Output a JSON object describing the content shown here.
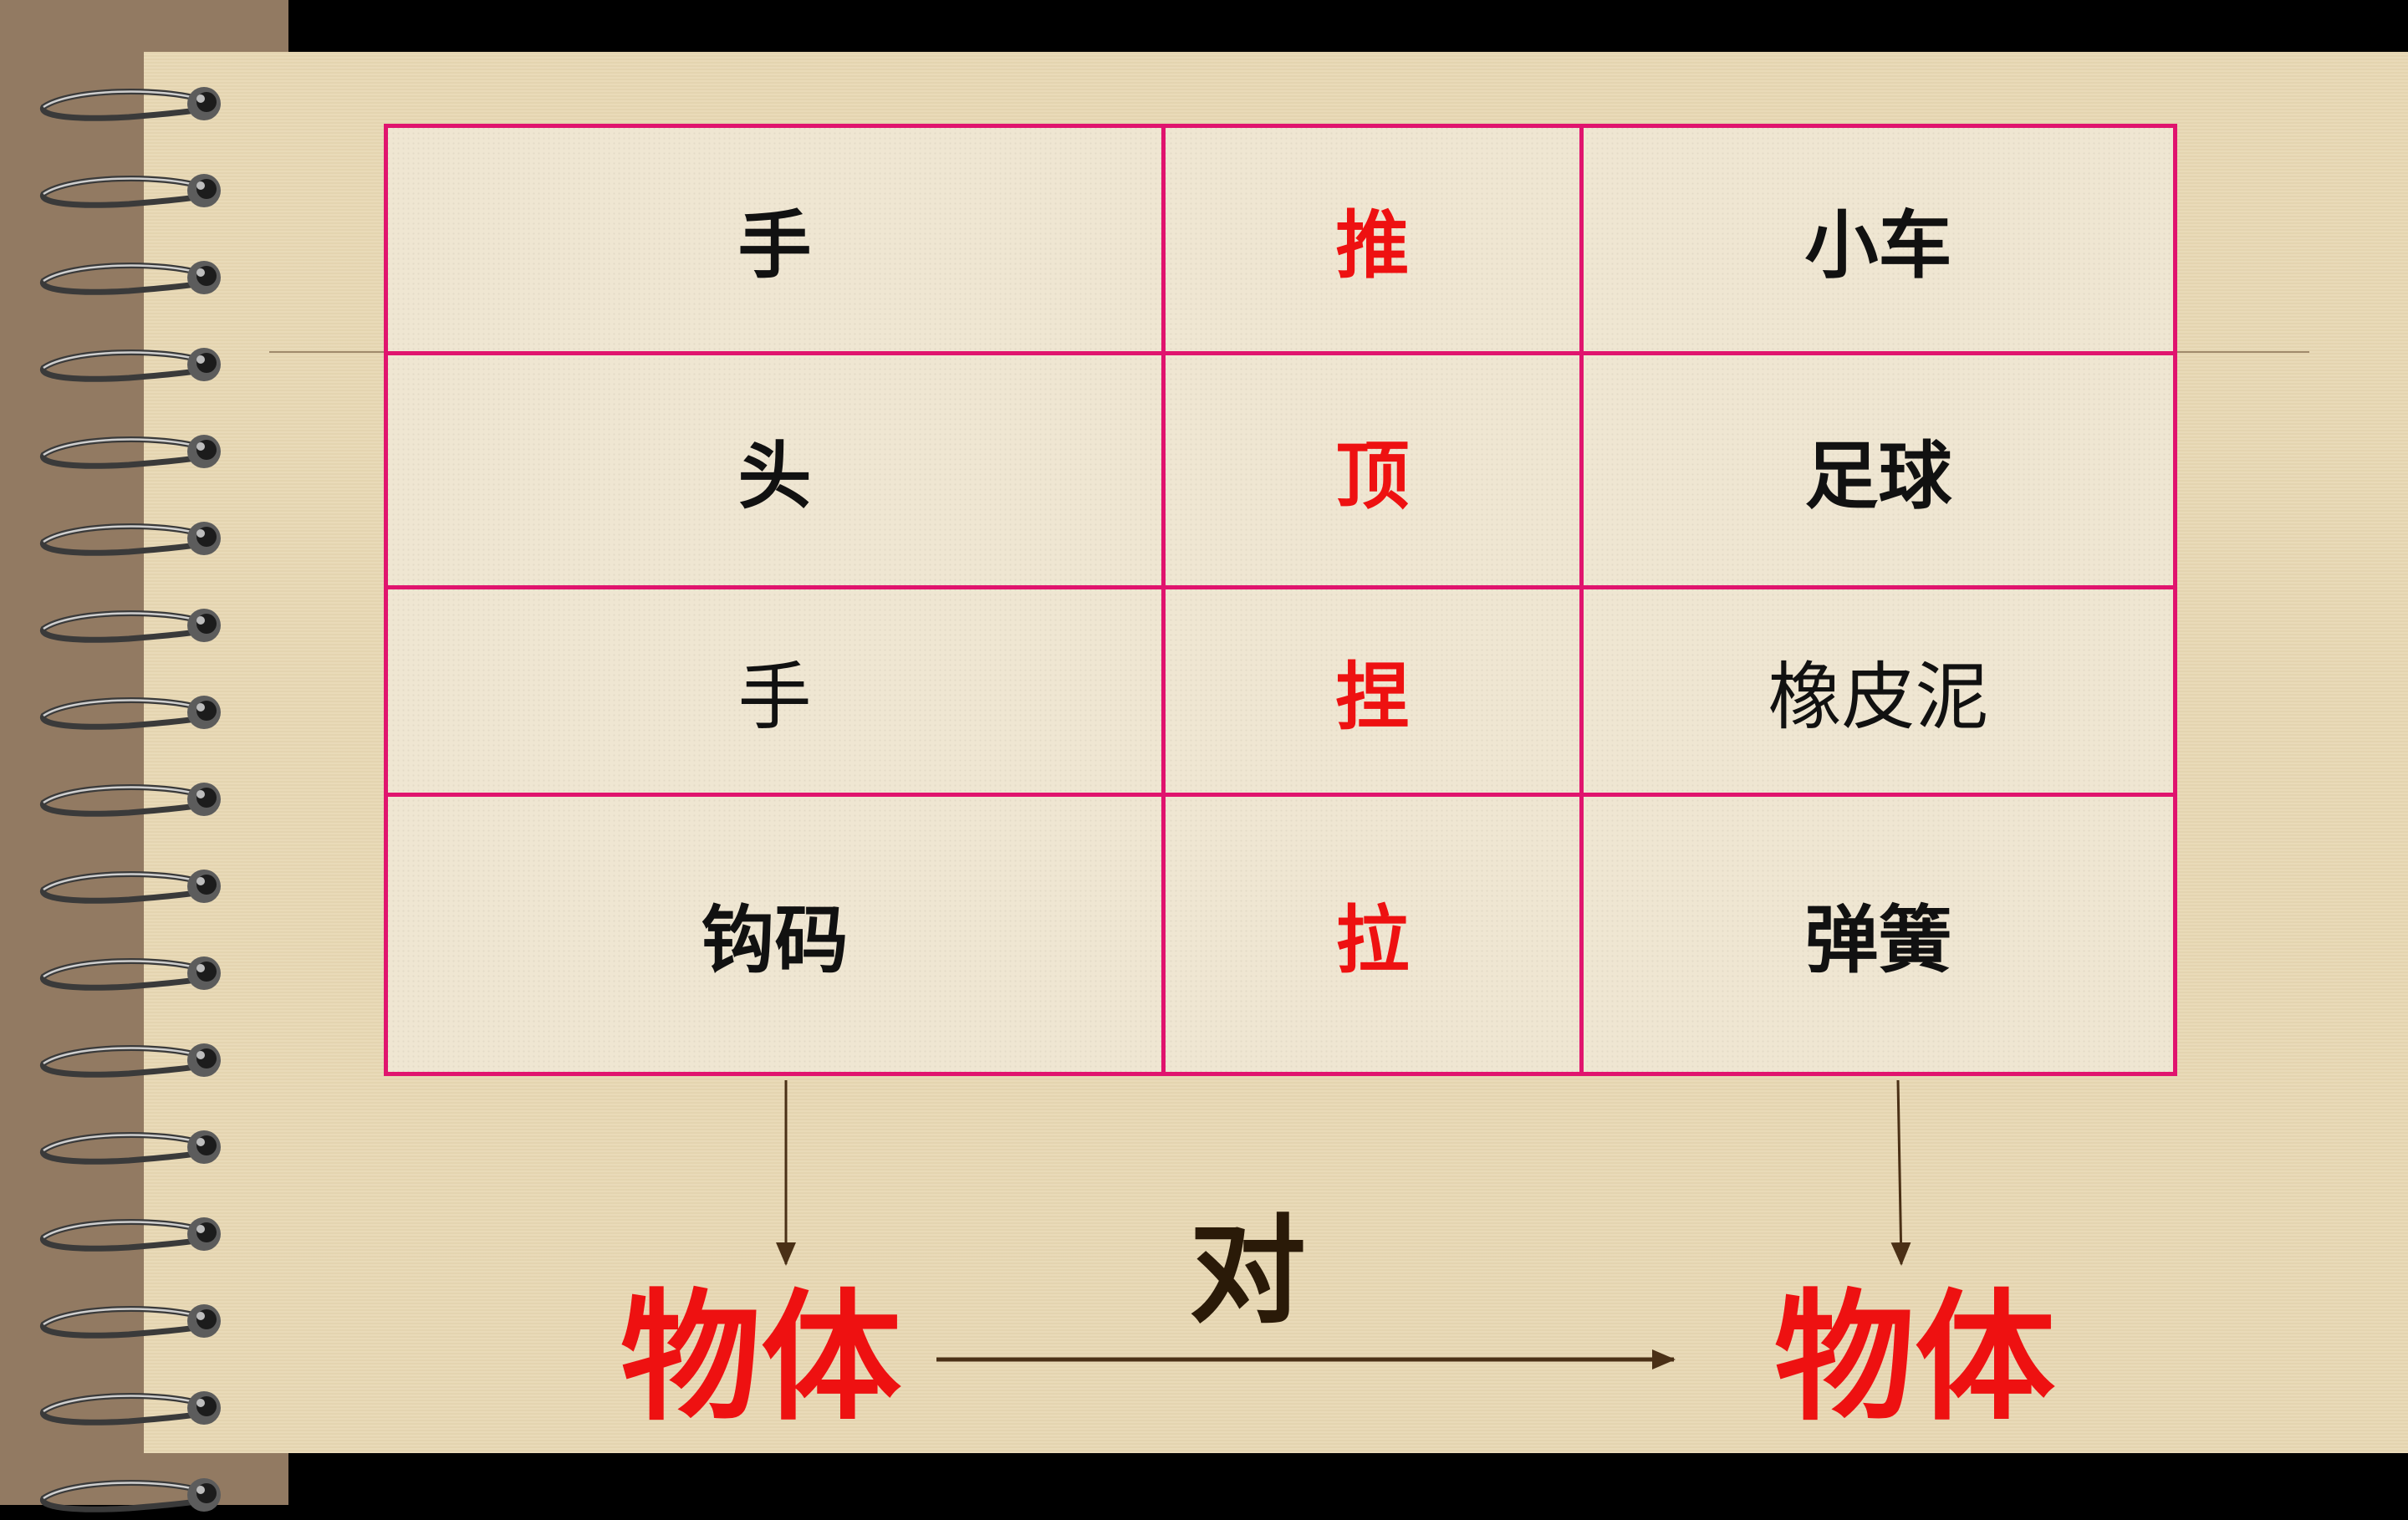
{
  "table": {
    "rows": [
      {
        "subject": "手",
        "verb": "推",
        "object": "小车"
      },
      {
        "subject": "头",
        "verb": "顶",
        "object": "足球"
      },
      {
        "subject": "手",
        "verb": "捏",
        "object": "橡皮泥"
      },
      {
        "subject": "钩码",
        "verb": "拉",
        "object": "弹簧"
      }
    ]
  },
  "diagram": {
    "left_label": "物体",
    "middle_label": "对",
    "right_label": "物体"
  },
  "colors": {
    "border": "#e0146e",
    "verb": "#ee1111",
    "paper": "#e8d8b4",
    "strip": "#927a62",
    "arrow": "#4a3016"
  },
  "icons": {
    "binding": "spiral-ring-icon",
    "arrow": "arrow-icon"
  }
}
